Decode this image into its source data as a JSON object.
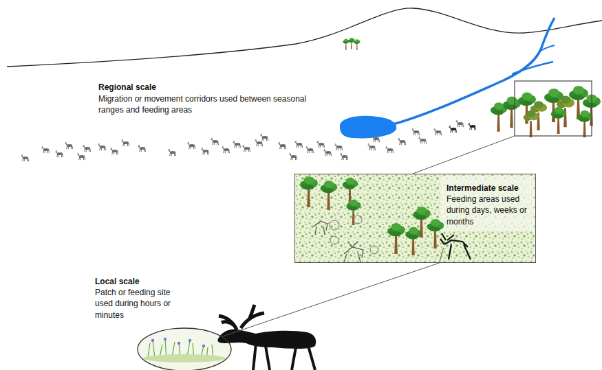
{
  "diagram": {
    "nodes": [
      {
        "text": [
          "Intermediate scale",
          "Feeding areas used during days, weeks or months"
        ]
      },
      {
        "text": [
          "Local scale",
          "Patch or feeding site used during hours or minutes"
        ]
      }
    ],
    "edges": [
      {
        "from": 0,
        "to": 1,
        "arrow": "none"
      }
    ],
    "labels": [
      "Regional scale",
      "Migration or movement corridors used between seasonal ranges and feeding areas"
    ]
  }
}
